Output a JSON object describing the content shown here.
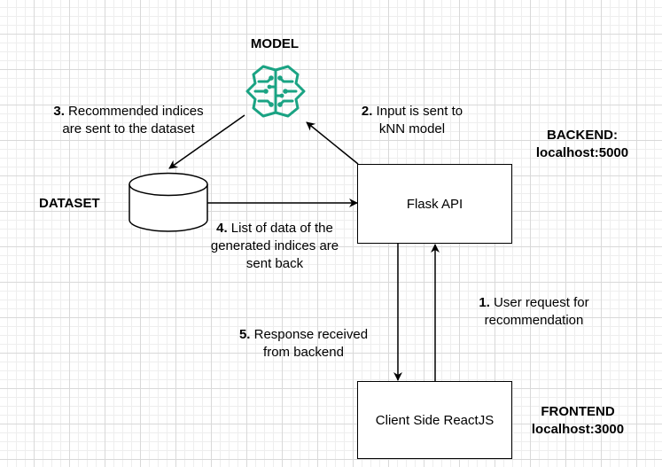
{
  "colors": {
    "brain": "#1aa383",
    "line": "#000000"
  },
  "model": {
    "title": "MODEL",
    "icon": "brain-circuit-icon"
  },
  "dataset": {
    "title": "DATASET"
  },
  "flask": {
    "label": "Flask API"
  },
  "client": {
    "label": "Client Side ReactJS"
  },
  "backend": {
    "line1": "BACKEND:",
    "line2": "localhost:5000"
  },
  "frontend": {
    "line1": "FRONTEND",
    "line2": "localhost:3000"
  },
  "steps": {
    "s1": {
      "num": "1.",
      "line1": " User request for",
      "line2": "recommendation"
    },
    "s2": {
      "num": "2.",
      "line1": " Input is sent to",
      "line2": "kNN model"
    },
    "s3": {
      "num": "3.",
      "line1": " Recommended indices",
      "line2": "are sent to the dataset"
    },
    "s4": {
      "num": "4.",
      "line1": " List of data of the",
      "line2": "generated indices are",
      "line3": "sent back"
    },
    "s5": {
      "num": "5.",
      "line1": " Response received",
      "line2": "from backend"
    }
  }
}
